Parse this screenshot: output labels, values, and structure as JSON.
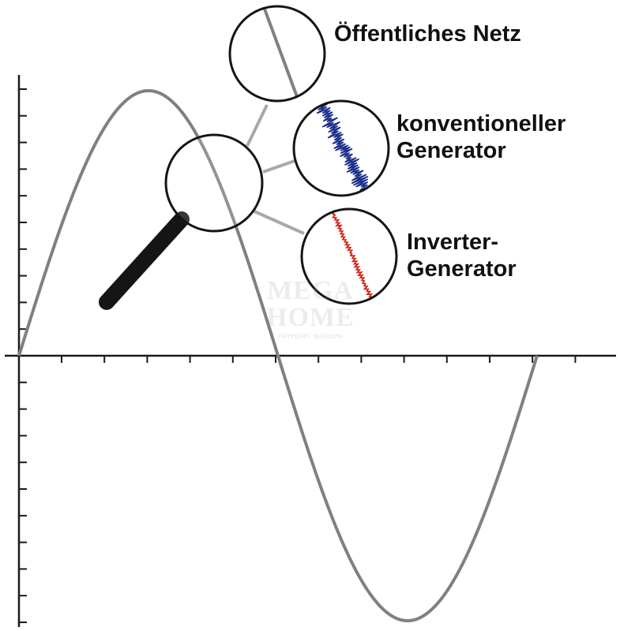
{
  "labels": {
    "public_grid": "Öffentliches Netz",
    "conventional": [
      "konventioneller",
      "Generator"
    ],
    "inverter": [
      "Inverter-",
      "Generator"
    ]
  },
  "watermark": {
    "lines": [
      "MEGA",
      "HOME"
    ],
    "sub": "интернет магазин"
  },
  "colors": {
    "sine": "#808080",
    "axis": "#1a1a1a",
    "conventional_wave": "#1a2d8c",
    "inverter_wave": "#cc2a1a",
    "connector": "#a8a8a8",
    "magnifier_handle": "#151515"
  },
  "icons": {
    "magnifier": "magnifying-glass-icon"
  }
}
